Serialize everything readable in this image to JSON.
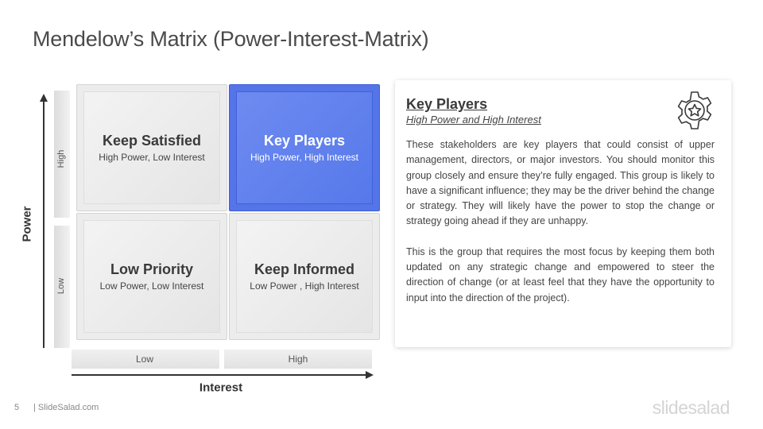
{
  "slide": {
    "title": "Mendelow’s Matrix (Power-Interest-Matrix)"
  },
  "axes": {
    "y_title": "Power",
    "x_title": "Interest",
    "y_high": "High",
    "y_low": "Low",
    "x_low": "Low",
    "x_high": "High"
  },
  "matrix": {
    "top_left": {
      "name": "Keep Satisfied",
      "sub": "High Power, Low Interest"
    },
    "top_right": {
      "name": "Key Players",
      "sub": "High Power, High Interest"
    },
    "bottom_left": {
      "name": "Low Priority",
      "sub": "Low Power, Low Interest"
    },
    "bottom_right": {
      "name": "Keep Informed",
      "sub": "Low Power , High Interest"
    }
  },
  "card": {
    "title": "Key Players",
    "subtitle": "High Power and High Interest",
    "icon": "gear-star-icon",
    "paragraph_1": "These stakeholders are key players that could consist of upper management, directors, or major investors. You should monitor this group closely and ensure they’re fully engaged. This group is likely to have a significant influence; they may be the driver behind the change or strategy. They will likely have the power to stop the change or strategy going ahead if they are unhappy.",
    "paragraph_2": "This is the group that requires the most focus by keeping them both updated on any strategic change and empowered to steer the direction of change (or at least feel that they have the opportunity to input into the direction of the project)."
  },
  "footer": {
    "page_number": "5",
    "site": "| SlideSalad.com",
    "brand": "slidesalad"
  },
  "colors": {
    "highlight": "#5577ea",
    "cell_grey": "#ececec",
    "text": "#444444"
  }
}
